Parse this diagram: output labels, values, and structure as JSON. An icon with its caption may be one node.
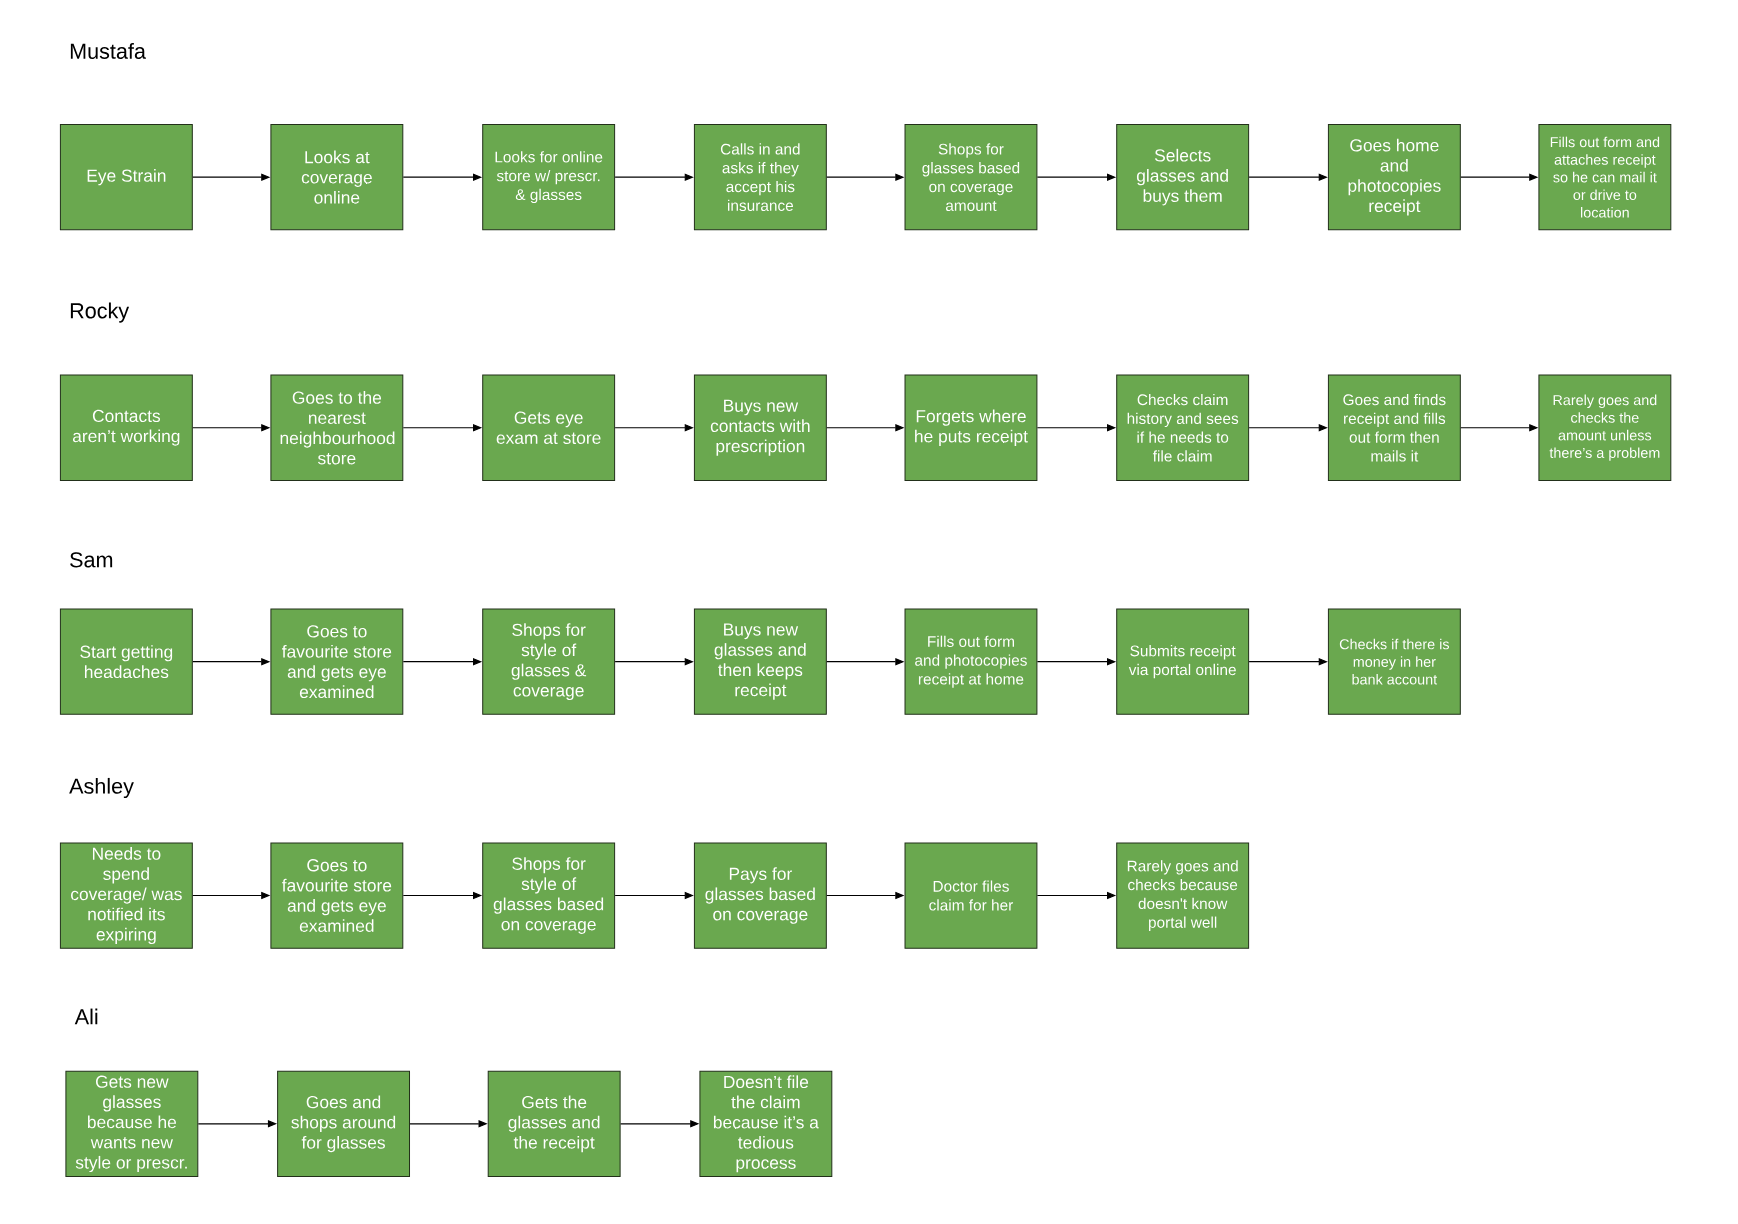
{
  "diagram": {
    "nodes": [
      {
        "text": [
          "Eye Strain"
        ]
      },
      {
        "text": [
          "Looks at coverage online"
        ]
      },
      {
        "text": [
          "Looks for online store w/ prescr. & glasses"
        ]
      },
      {
        "text": [
          "Calls in and asks if they accept his insurance"
        ]
      },
      {
        "text": [
          "Shops for glasses based on coverage amount"
        ]
      },
      {
        "text": [
          "Selects glasses and buys them"
        ]
      },
      {
        "text": [
          "Goes home and photocopies receipt"
        ]
      },
      {
        "text": [
          "Fills out form and attaches receipt so he can mail it or drive to location"
        ]
      },
      {
        "text": [
          "Contacts aren’t working"
        ]
      },
      {
        "text": [
          "Goes to the nearest neighbourhood store"
        ]
      },
      {
        "text": [
          "Gets eye exam at store"
        ]
      },
      {
        "text": [
          "Buys new contacts with prescription"
        ]
      },
      {
        "text": [
          "Forgets where he puts receipt"
        ]
      },
      {
        "text": [
          "Checks claim history and sees if he needs to file claim"
        ]
      },
      {
        "text": [
          "Goes and finds receipt and fills out form then mails it"
        ]
      },
      {
        "text": [
          "Rarely goes and checks the amount unless there’s a problem"
        ]
      },
      {
        "text": [
          "Start getting headaches"
        ]
      },
      {
        "text": [
          "Goes to favourite store and gets eye examined"
        ]
      },
      {
        "text": [
          "Shops for style of glasses & coverage"
        ]
      },
      {
        "text": [
          "Buys new glasses and then keeps receipt"
        ]
      },
      {
        "text": [
          "Fills out form and photocopies receipt at home"
        ]
      },
      {
        "text": [
          "Submits receipt via portal online"
        ]
      },
      {
        "text": [
          "Checks if there is money in her bank account"
        ]
      },
      {
        "text": [
          "Needs to spend coverage/ was notified its expiring"
        ]
      },
      {
        "text": [
          "Goes to favourite store and gets eye examined"
        ]
      },
      {
        "text": [
          "Shops for style of glasses based on coverage"
        ]
      },
      {
        "text": [
          "Pays for glasses based on coverage"
        ]
      },
      {
        "text": [
          "Doctor files claim for her"
        ]
      },
      {
        "text": [
          "Rarely goes and checks because doesn't know portal well"
        ]
      },
      {
        "text": [
          "Gets new glasses because he wants new style or prescr."
        ]
      },
      {
        "text": [
          "Goes and shops around for glasses"
        ]
      },
      {
        "text": [
          "Gets the glasses and the receipt"
        ]
      },
      {
        "text": [
          "Doesn’t file the claim because it’s a tedious process"
        ]
      }
    ],
    "edges": [
      {
        "from": 0,
        "to": 1,
        "arrow": "to"
      },
      {
        "from": 1,
        "to": 2,
        "arrow": "to"
      },
      {
        "from": 2,
        "to": 3,
        "arrow": "to"
      },
      {
        "from": 3,
        "to": 4,
        "arrow": "to"
      },
      {
        "from": 4,
        "to": 5,
        "arrow": "to"
      },
      {
        "from": 5,
        "to": 6,
        "arrow": "to"
      },
      {
        "from": 6,
        "to": 7,
        "arrow": "to"
      },
      {
        "from": 8,
        "to": 9,
        "arrow": "to"
      },
      {
        "from": 9,
        "to": 10,
        "arrow": "to"
      },
      {
        "from": 10,
        "to": 11,
        "arrow": "to"
      },
      {
        "from": 11,
        "to": 12,
        "arrow": "to"
      },
      {
        "from": 12,
        "to": 13,
        "arrow": "to"
      },
      {
        "from": 13,
        "to": 14,
        "arrow": "to"
      },
      {
        "from": 14,
        "to": 15,
        "arrow": "to"
      },
      {
        "from": 16,
        "to": 17,
        "arrow": "to"
      },
      {
        "from": 17,
        "to": 18,
        "arrow": "to"
      },
      {
        "from": 18,
        "to": 19,
        "arrow": "to"
      },
      {
        "from": 19,
        "to": 20,
        "arrow": "to"
      },
      {
        "from": 20,
        "to": 21,
        "arrow": "to"
      },
      {
        "from": 21,
        "to": 22,
        "arrow": "to"
      },
      {
        "from": 23,
        "to": 24,
        "arrow": "to"
      },
      {
        "from": 24,
        "to": 25,
        "arrow": "to"
      },
      {
        "from": 25,
        "to": 26,
        "arrow": "to"
      },
      {
        "from": 26,
        "to": 27,
        "arrow": "to"
      },
      {
        "from": 27,
        "to": 28,
        "arrow": "to"
      },
      {
        "from": 29,
        "to": 30,
        "arrow": "to"
      },
      {
        "from": 30,
        "to": 31,
        "arrow": "to"
      },
      {
        "from": 31,
        "to": 32,
        "arrow": "to"
      }
    ],
    "labels": [
      "Mustafa",
      "Rocky",
      "Sam",
      "Ashley",
      "Ali"
    ]
  }
}
